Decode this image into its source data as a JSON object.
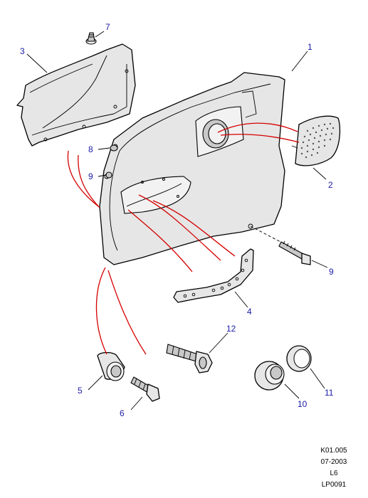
{
  "callouts": {
    "c1": "1",
    "c2": "2",
    "c3": "3",
    "c4": "4",
    "c5": "5",
    "c6": "6",
    "c7": "7",
    "c8": "8",
    "c9a": "9",
    "c9b": "9",
    "c10": "10",
    "c11": "11",
    "c12": "12"
  },
  "reference": {
    "code": "K01.005",
    "date": "07-2003",
    "level": "L6",
    "plate": "LP0091"
  },
  "colors": {
    "callout_text": "#1a1aa6",
    "assembly_line": "#d40000",
    "part_fill": "#e6e6e6"
  }
}
